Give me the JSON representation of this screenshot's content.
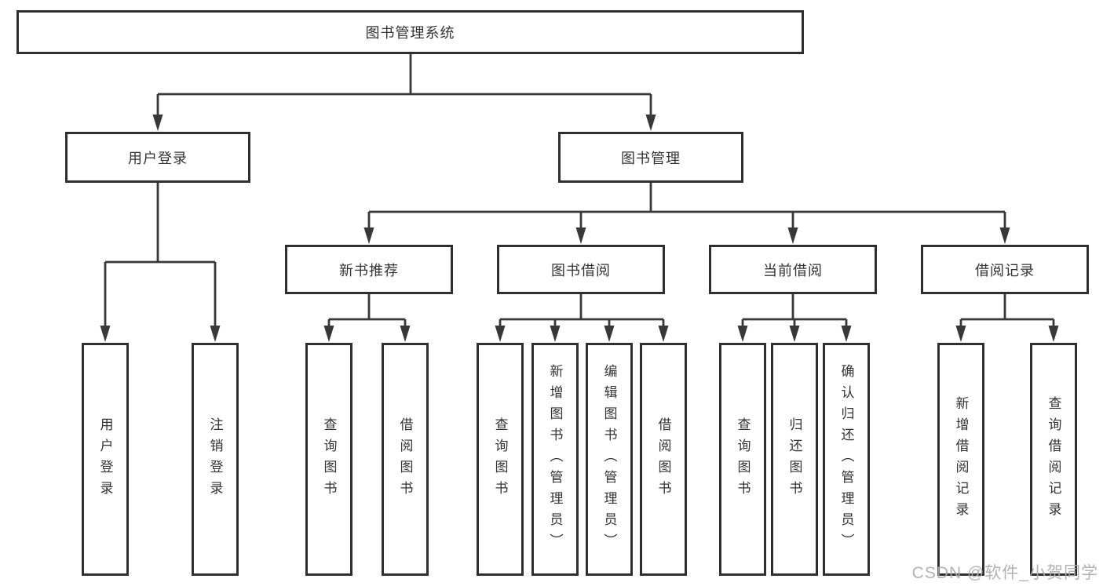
{
  "diagram": {
    "type": "tree",
    "root": {
      "label": "图书管理系统"
    },
    "level1": [
      {
        "label": "用户登录",
        "parent": "图书管理系统"
      },
      {
        "label": "图书管理",
        "parent": "图书管理系统"
      }
    ],
    "level2": [
      {
        "label": "新书推荐",
        "parent": "图书管理"
      },
      {
        "label": "图书借阅",
        "parent": "图书管理"
      },
      {
        "label": "当前借阅",
        "parent": "图书管理"
      },
      {
        "label": "借阅记录",
        "parent": "图书管理"
      }
    ],
    "leaves": [
      {
        "label": "用户登录",
        "parent": "用户登录"
      },
      {
        "label": "注销登录",
        "parent": "用户登录"
      },
      {
        "label": "查询图书",
        "parent": "新书推荐"
      },
      {
        "label": "借阅图书",
        "parent": "新书推荐"
      },
      {
        "label": "查询图书",
        "parent": "图书借阅"
      },
      {
        "label": "新增图书（管理员）",
        "parent": "图书借阅"
      },
      {
        "label": "编辑图书（管理员）",
        "parent": "图书借阅"
      },
      {
        "label": "借阅图书",
        "parent": "图书借阅"
      },
      {
        "label": "查询图书",
        "parent": "当前借阅"
      },
      {
        "label": "归还图书",
        "parent": "当前借阅"
      },
      {
        "label": "确认归还（管理员）",
        "parent": "当前借阅"
      },
      {
        "label": "新增借阅记录",
        "parent": "借阅记录"
      },
      {
        "label": "查询借阅记录",
        "parent": "借阅记录"
      }
    ],
    "colors": {
      "line": "#383838",
      "box_border": "#2f2f2f",
      "text": "#333333",
      "background": "#ffffff",
      "watermark": "#ababab"
    }
  },
  "watermark": {
    "text": "CSDN @软件_小贺同学"
  }
}
